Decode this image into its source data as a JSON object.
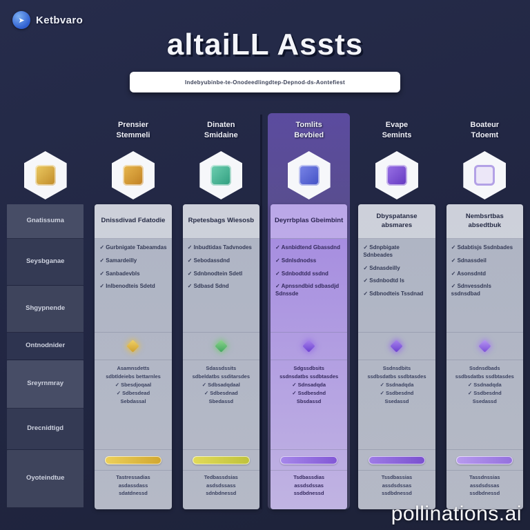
{
  "brand": {
    "name": "Ketbvaro",
    "logo_glyph": "➤"
  },
  "title": "altaiLL Assts",
  "search": {
    "text": "Indebyubinbe-te-Onodeedlingdtep-Depnod-ds-Aontefiest"
  },
  "colors": {
    "background": "#232946",
    "accent_gold": "#d9a93c",
    "accent_teal": "#46b89a",
    "accent_indigo": "#5b68d8",
    "accent_violet": "#7a4fd8",
    "accent_lavender": "#b3a1e6",
    "highlight_purple": "#8d74d6"
  },
  "row_labels": [
    "Gnatissuma",
    "Seysbganae",
    "Shgypnende",
    "Ontnodnider",
    "Sreyrnmray",
    "Drecnidtigd",
    "Oyoteindtue"
  ],
  "cards": [
    {
      "top1": "Prensier",
      "top2": "Stemmeli",
      "header": "Dnissdivad Fdatodie",
      "icon": "gold-cube-icon",
      "features": [
        "✓ Gurbnigate Tabeamdas",
        "✓ Samardeilly",
        "✓ Sanbadevbls",
        "✓ Inlbenodteis Sdetd"
      ],
      "summary": [
        "Asamnsdetts",
        "sdbtldeiebs bettarnles",
        "✓ Sbesdjoqaal",
        "✓ Sdbesdead",
        "Sebdassal"
      ],
      "footer": [
        "Tastressadias",
        "asdassdass",
        "sdatdnessd"
      ]
    },
    {
      "top1": "Dinaten",
      "top2": "Smidaine",
      "header": "Rpetesbags Wiesosb",
      "icon": "teal-cube-icon",
      "features": [
        "✓ Inbudtidas Tadvnodes",
        "✓ Sebodassdnd",
        "✓ Sdnbnodtein Sdetl",
        "✓ Sdbasd Sdnd"
      ],
      "summary": [
        "Sdassdssits",
        "sdbeldatbs ssditarsdes",
        "✓ Sdbsadqdaal",
        "✓ Sdbesdnad",
        "Sbedassd"
      ],
      "footer": [
        "Tedbassdsias",
        "asdsdssass",
        "sdnbdnessd"
      ]
    },
    {
      "top1": "Tomlits",
      "top2": "Bevbied",
      "header": "Deyrrbplas Gbeimbint",
      "icon": "indigo-cube-icon",
      "features": [
        "✓ Asnbidtend Gbassdnd",
        "✓ Sdnlsdnodss",
        "✓ Sdnbodtdd ssdnd",
        "✓ Apnssndbid sdbasdjd Sdnssde"
      ],
      "summary": [
        "Sdgssdbsits",
        "ssdnsdatbs ssdbtasdes",
        "✓ Sdnsadqda",
        "✓ Ssdbesdnd",
        "Sbsdassd"
      ],
      "footer": [
        "Tsdbassdias",
        "assdsdssas",
        "ssdbdnessd"
      ]
    },
    {
      "top1": "Evape",
      "top2": "Semints",
      "header": "Dbyspatanse absmares",
      "icon": "violet-cube-icon",
      "features": [
        "✓ Sdnpbigate Sdnbeades",
        "✓ Sdnasdeilly",
        "✓ Ssdnbodtd ls",
        "✓ Sdbnodteis Tssdnad"
      ],
      "summary": [
        "Ssdnsdbits",
        "ssdbsdatbs ssdbtasdes",
        "✓ Ssdnadqda",
        "✓ Ssdbesdnd",
        "Ssedassd"
      ],
      "footer": [
        "Tssdbassias",
        "assdsdssas",
        "ssdbdnessd"
      ]
    },
    {
      "top1": "Boateur",
      "top2": "Tdoemt",
      "header": "Nembsrtbas absedtbuk",
      "icon": "lavender-cube-icon",
      "features": [
        "✓ Sdabtisjs Ssdnbades",
        "✓ Sdnassdeil",
        "✓ Asonsdntd",
        "✓ Sdnvessdnls ssdnsdbad"
      ],
      "summary": [
        "Ssdnsdbads",
        "ssdbsdatbs ssdbtasdes",
        "✓ Ssdnadqda",
        "✓ Ssdbesdnd",
        "Ssedassd"
      ],
      "footer": [
        "Tassdnssias",
        "assdsdssas",
        "ssdbdnessd"
      ]
    }
  ],
  "watermark": "pollinations.ai"
}
